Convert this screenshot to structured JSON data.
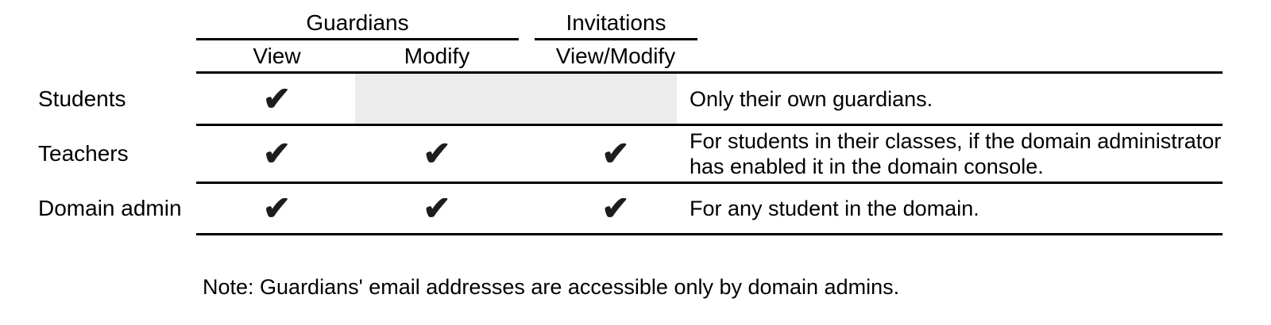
{
  "table": {
    "column_groups": [
      {
        "label": "Guardians"
      },
      {
        "label": "Invitations"
      }
    ],
    "column_headers": {
      "view": "View",
      "modify": "Modify",
      "view_modify": "View/Modify"
    },
    "rows": [
      {
        "label": "Students",
        "cells": {
          "view": "✔",
          "modify": "",
          "view_modify": ""
        },
        "shaded": "modify and view_modify cells",
        "note": "Only their own guardians."
      },
      {
        "label": "Teachers",
        "cells": {
          "view": "✔",
          "modify": "✔",
          "view_modify": "✔"
        },
        "note": "For students in their classes, if the domain administrator has enabled it in the domain console."
      },
      {
        "label": "Domain admin",
        "cells": {
          "view": "✔",
          "modify": "✔",
          "view_modify": "✔"
        },
        "note": "For any student in the domain."
      }
    ]
  },
  "footnote": "Note: Guardians' email addresses are accessible only by domain admins.",
  "icons": {
    "checkmark": "✔"
  },
  "colors": {
    "text": "#000000",
    "checkmark": "#1d1d1d",
    "shaded_cell": "#ececec",
    "rule": "#000000",
    "background": "#ffffff"
  }
}
